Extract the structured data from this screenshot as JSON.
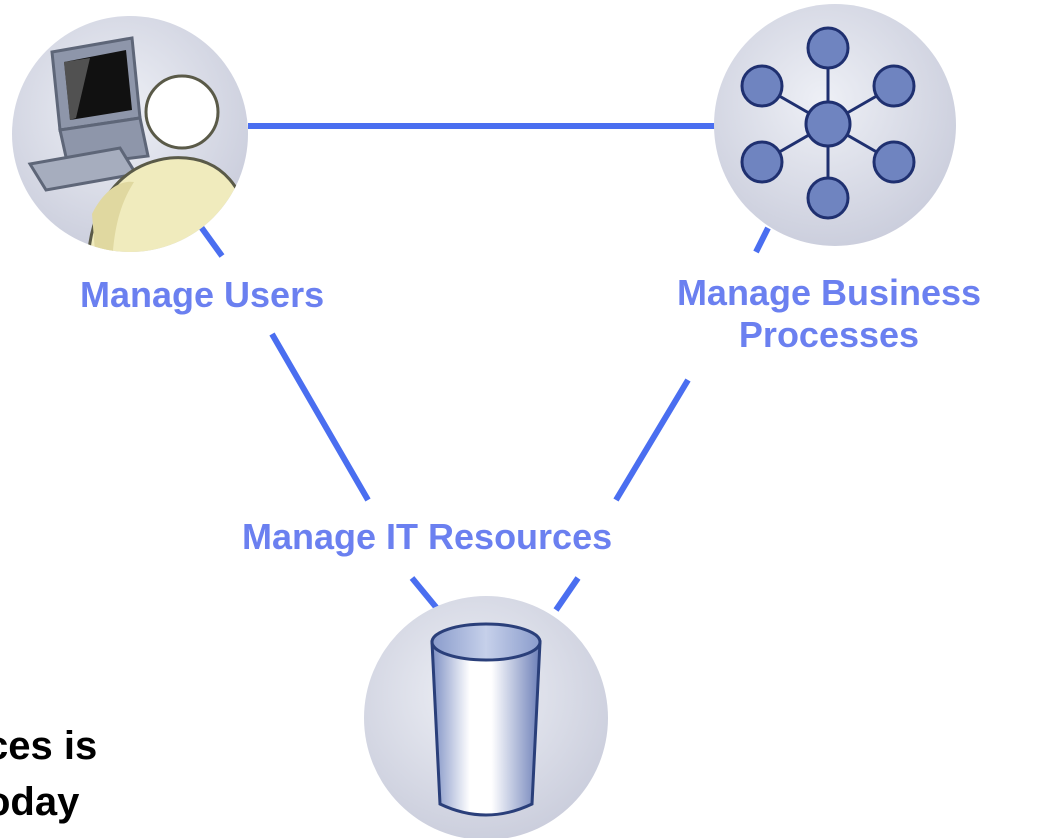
{
  "colors": {
    "connector": "#4a6ef0",
    "label": "#6b80f0",
    "icon_disc": "#d8dae6",
    "node_fill": "#6f84c0",
    "node_stroke": "#223a78",
    "caption": "#000000"
  },
  "nodes": {
    "users": {
      "label": "Manage Users",
      "icon": "user-computer-icon"
    },
    "business": {
      "label_line1": "Manage Business",
      "label_line2": "Processes",
      "icon": "network-hub-icon"
    },
    "it": {
      "label": "Manage IT Resources",
      "icon": "database-cylinder-icon"
    }
  },
  "caption": {
    "line1": "ces is",
    "line2": "oday"
  }
}
